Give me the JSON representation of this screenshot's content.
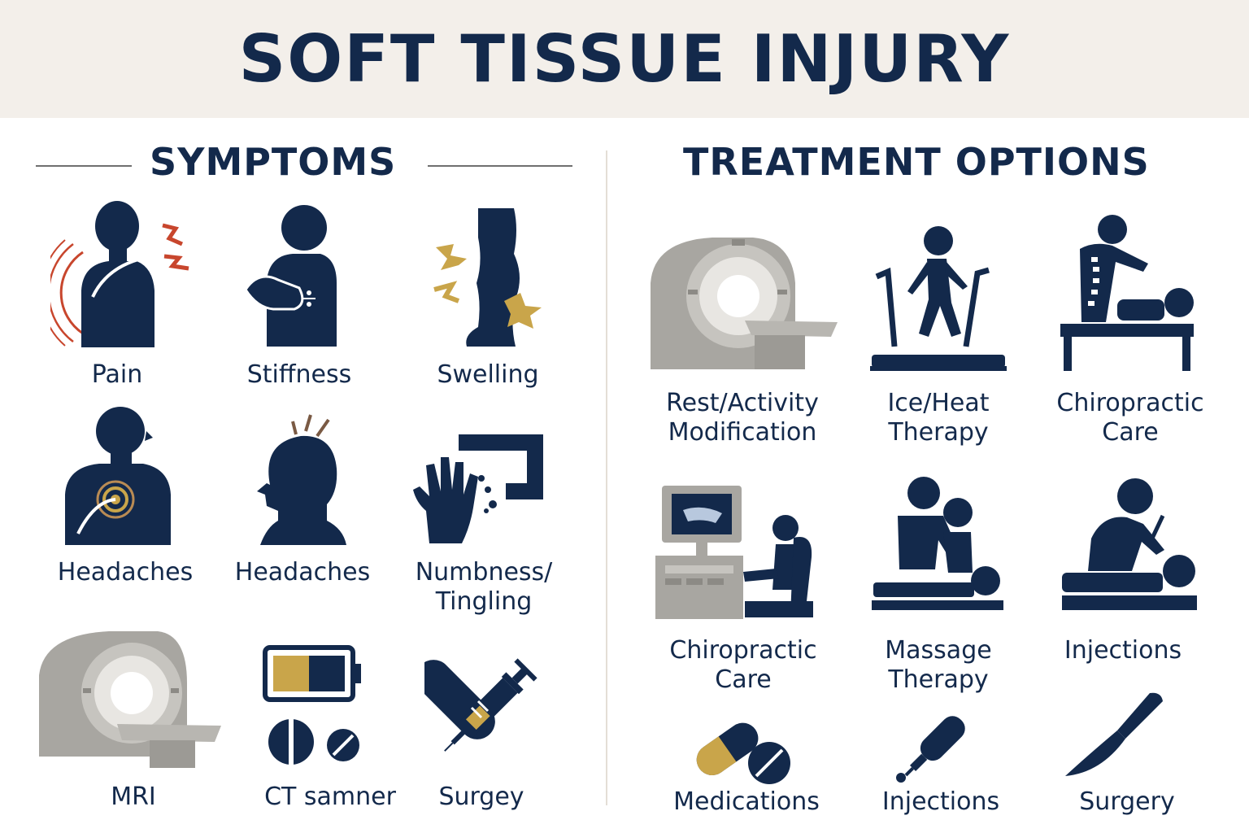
{
  "title": "SOFT TISSUE INJURY",
  "colors": {
    "navy": "#13294b",
    "gold": "#c9a54a",
    "red": "#c8462d",
    "gray": "#a8a6a1",
    "banner": "#f3efea"
  },
  "symptoms": {
    "heading": "SYMPTOMS",
    "items": [
      {
        "label": "Pain",
        "icon": "shoulder-pain-icon"
      },
      {
        "label": "Stiffness",
        "icon": "back-stiffness-icon"
      },
      {
        "label": "Swelling",
        "icon": "leg-swelling-icon"
      },
      {
        "label": "Headaches",
        "icon": "chest-pain-icon"
      },
      {
        "label": "Headaches",
        "icon": "head-pain-icon"
      },
      {
        "label": "Numbness/\nTingling",
        "icon": "hand-tingling-icon"
      },
      {
        "label": "MRI",
        "icon": "mri-scanner-icon"
      },
      {
        "label": "CT samner",
        "icon": "battery-pills-icon"
      },
      {
        "label": "Surgey",
        "icon": "syringe-capsule-icon"
      }
    ]
  },
  "treatments": {
    "heading": "TREATMENT OPTIONS",
    "items": [
      {
        "label": "Rest/Activity\nModification",
        "icon": "ct-scanner-icon"
      },
      {
        "label": "Ice/Heat\nTherapy",
        "icon": "treadmill-icon"
      },
      {
        "label": "Chiropractic\nCare",
        "icon": "chiropractor-icon"
      },
      {
        "label": "Chiropractic\nCare",
        "icon": "ultrasound-monitor-icon"
      },
      {
        "label": "Massage\nTherapy",
        "icon": "massage-icon"
      },
      {
        "label": "Injections",
        "icon": "therapist-patient-icon"
      },
      {
        "label": "Medications",
        "icon": "capsule-tablet-icon"
      },
      {
        "label": "Injections",
        "icon": "injector-icon"
      },
      {
        "label": "Surgery",
        "icon": "scalpel-icon"
      }
    ]
  }
}
